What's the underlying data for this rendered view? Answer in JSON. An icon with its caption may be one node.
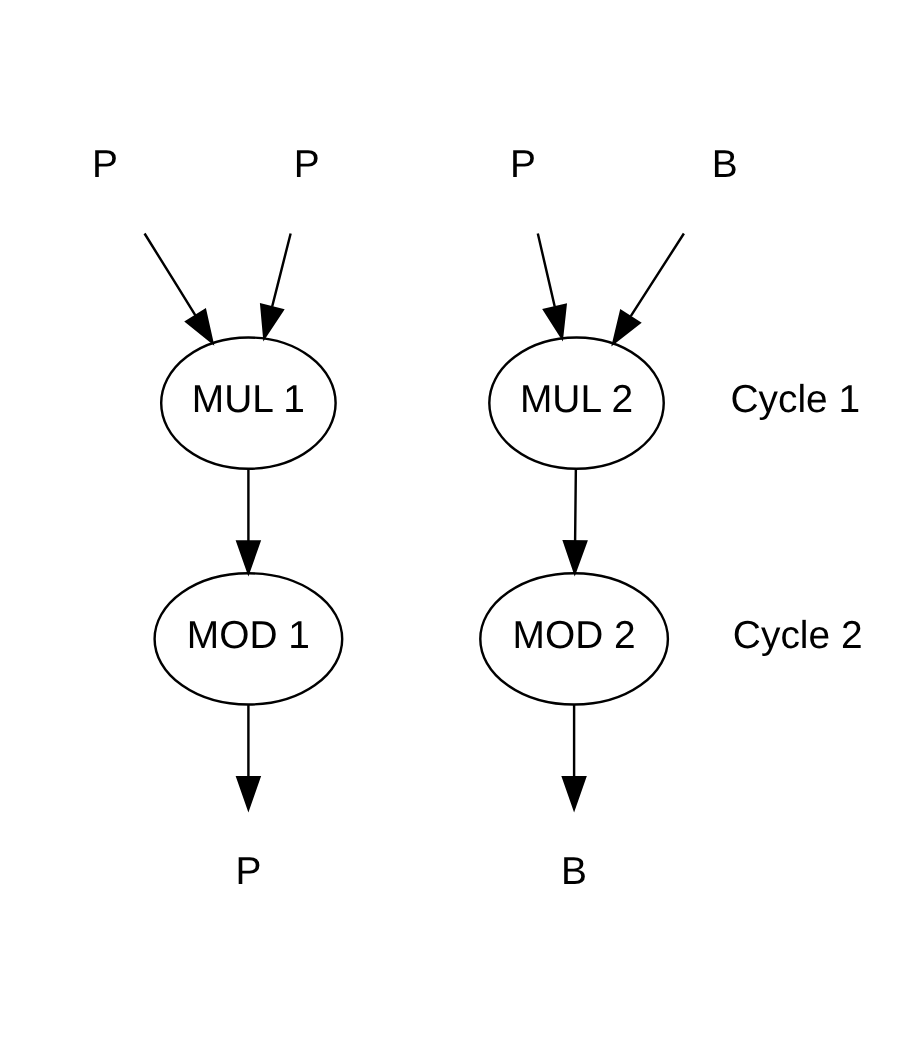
{
  "diagram": {
    "nodes": [
      {
        "text": [
          "P"
        ]
      },
      {
        "text": [
          "P"
        ]
      },
      {
        "text": [
          "P"
        ]
      },
      {
        "text": [
          "B"
        ]
      },
      {
        "text": [
          "MUL 1"
        ]
      },
      {
        "text": [
          "MUL 2"
        ]
      },
      {
        "text": [
          "MOD 1"
        ]
      },
      {
        "text": [
          "MOD 2"
        ]
      },
      {
        "text": [
          "P"
        ]
      },
      {
        "text": [
          "B"
        ]
      }
    ],
    "edges": [
      {
        "from": 0,
        "to": 4,
        "arrow": "to"
      },
      {
        "from": 1,
        "to": 4,
        "arrow": "to"
      },
      {
        "from": 2,
        "to": 5,
        "arrow": "to"
      },
      {
        "from": 3,
        "to": 5,
        "arrow": "to"
      },
      {
        "from": 4,
        "to": 6,
        "arrow": "to"
      },
      {
        "from": 5,
        "to": 7,
        "arrow": "to"
      },
      {
        "from": 6,
        "to": 8,
        "arrow": "to"
      },
      {
        "from": 7,
        "to": 9,
        "arrow": "to"
      }
    ],
    "labels": [
      "Cycle 1",
      "Cycle 2"
    ]
  }
}
